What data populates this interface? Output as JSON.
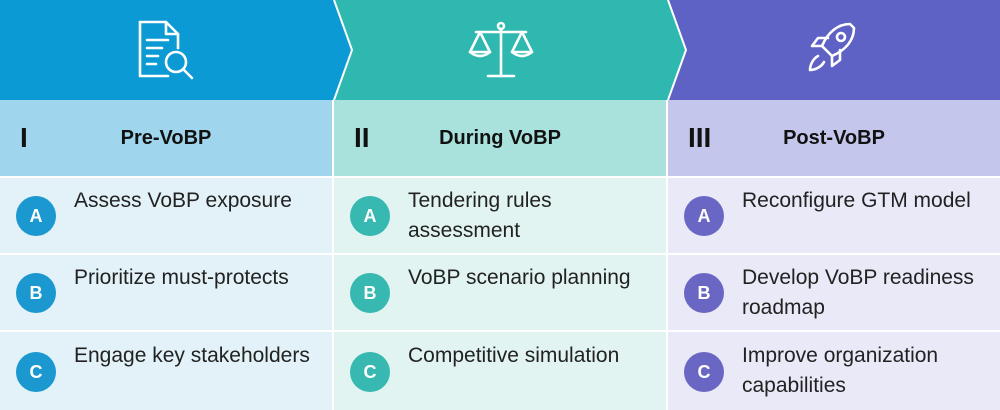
{
  "colors": {
    "phase1_band": "#0b9ad3",
    "phase2_band": "#2fb8b0",
    "phase3_band": "#5e62c5",
    "text": "#222222"
  },
  "phases": [
    {
      "numeral": "I",
      "title": "Pre-VoBP",
      "icon": "document-search-icon",
      "items": [
        {
          "badge": "A",
          "text": "Assess VoBP exposure"
        },
        {
          "badge": "B",
          "text": "Prioritize must-protects"
        },
        {
          "badge": "C",
          "text": "Engage key stakeholders"
        }
      ]
    },
    {
      "numeral": "II",
      "title": "During VoBP",
      "icon": "scales-icon",
      "items": [
        {
          "badge": "A",
          "text": "Tendering rules assessment"
        },
        {
          "badge": "B",
          "text": "VoBP scenario planning"
        },
        {
          "badge": "C",
          "text": "Competitive simulation"
        }
      ]
    },
    {
      "numeral": "III",
      "title": "Post-VoBP",
      "icon": "rocket-icon",
      "items": [
        {
          "badge": "A",
          "text": "Reconfigure GTM model"
        },
        {
          "badge": "B",
          "text": "Develop VoBP readiness roadmap"
        },
        {
          "badge": "C",
          "text": "Improve organization capabilities"
        }
      ]
    }
  ]
}
